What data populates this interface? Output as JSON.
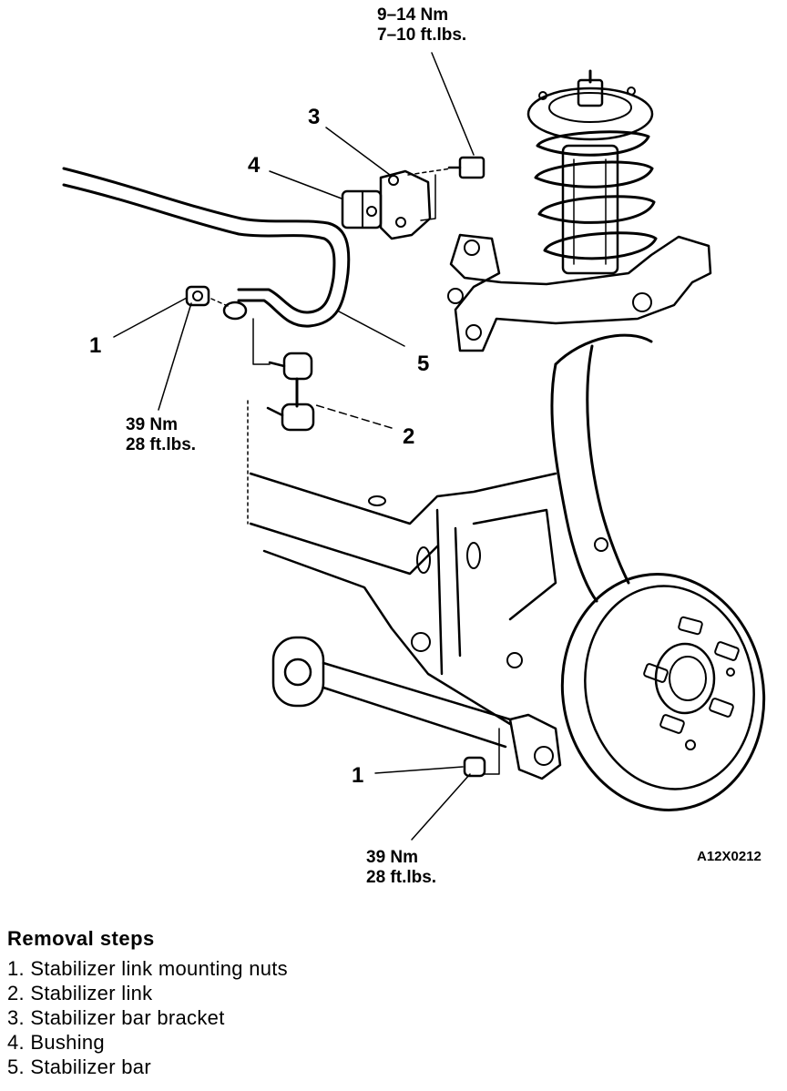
{
  "callouts": {
    "c1_top": "1",
    "c1_bottom": "1",
    "c2": "2",
    "c3": "3",
    "c4": "4",
    "c5": "5"
  },
  "torque": {
    "top_bolt_nm": "9–14 Nm",
    "top_bolt_ftlbs": "7–10 ft.lbs.",
    "link_upper_nm": "39 Nm",
    "link_upper_ftlbs": "28 ft.lbs.",
    "link_lower_nm": "39 Nm",
    "link_lower_ftlbs": "28 ft.lbs."
  },
  "figure_code": "A12X0212",
  "removal_steps": {
    "title": "Removal steps",
    "items": [
      "1. Stabilizer link mounting nuts",
      "2. Stabilizer link",
      "3. Stabilizer bar bracket",
      "4. Bushing",
      "5. Stabilizer bar"
    ]
  }
}
